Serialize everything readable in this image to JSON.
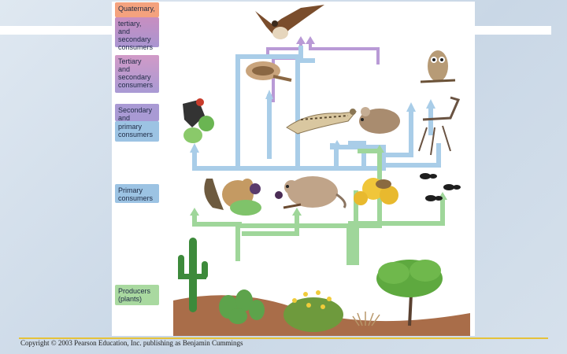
{
  "labels": {
    "quaternary": "Quaternary,",
    "tertiary_secondary_top": "tertiary,\nand secondary\nconsumers",
    "tertiary_secondary": "Tertiary\nand\nsecondary\nconsumers",
    "secondary_primary_a": "Secondary\nand",
    "secondary_primary_b": "primary\nconsumers",
    "primary": "Primary\nconsumers",
    "producers": "Producers\n(plants)"
  },
  "copyright": "Copyright © 2003 Pearson Education, Inc. publishing as Benjamin Cummings",
  "colors": {
    "quaternary": "#f4a27e",
    "tertiary": "#b489c9",
    "secondary": "#9cc3e3",
    "primary": "#9cc3e3",
    "producer": "#a9d9a0",
    "arrow_blue": "#a9cde8",
    "arrow_purple": "#b99ad6",
    "arrow_green": "#9fd69a",
    "gold_line": "#e5c23a"
  },
  "organisms": {
    "quaternary": [
      "hawk-icon"
    ],
    "tertiary_secondary": [
      "snake-icon",
      "owl-icon"
    ],
    "secondary_primary": [
      "woodpecker-icon",
      "lizard-icon",
      "mouse-icon",
      "scorpion-icon"
    ],
    "primary": [
      "squirrel-icon",
      "kangaroo-rat-icon",
      "bee-flower-icon",
      "ants-icon"
    ],
    "producers": [
      "saguaro-cactus-icon",
      "prickly-pear-icon",
      "brittlebush-icon",
      "grass-icon",
      "mesquite-tree-icon"
    ]
  }
}
